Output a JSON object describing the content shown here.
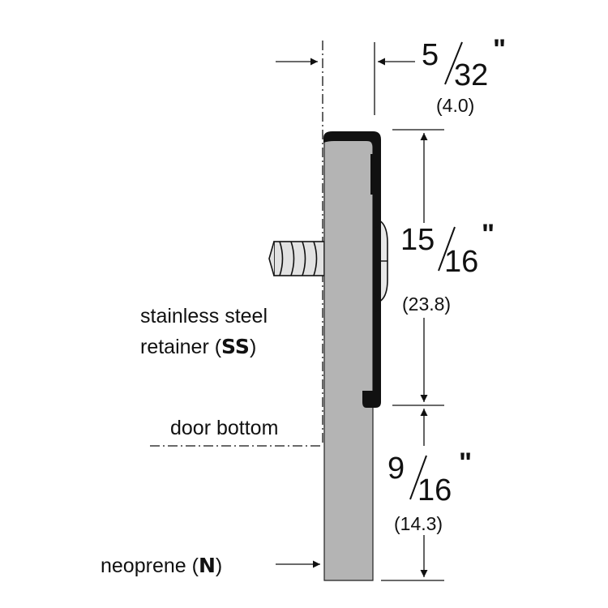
{
  "dimensions": {
    "top_offset": {
      "numerator": "5",
      "denominator": "32",
      "unit": "\"",
      "metric": "(4.0)"
    },
    "retainer_height": {
      "numerator": "15",
      "denominator": "16",
      "unit": "\"",
      "metric": "(23.8)"
    },
    "neoprene_projection": {
      "numerator": "9",
      "denominator": "16",
      "unit": "\"",
      "metric": "(14.3)"
    }
  },
  "labels": {
    "retainer_line1": "stainless steel",
    "retainer_line2_prefix": "retainer (",
    "retainer_code": "SS",
    "retainer_line2_suffix": ")",
    "door_bottom": "door bottom",
    "neoprene_prefix": "neoprene (",
    "neoprene_code": "N",
    "neoprene_suffix": ")"
  },
  "colors": {
    "neoprene_fill": "#b4b4b4",
    "retainer_fill": "#111111",
    "line": "#111111",
    "screw_fill": "#e2e2e2"
  }
}
